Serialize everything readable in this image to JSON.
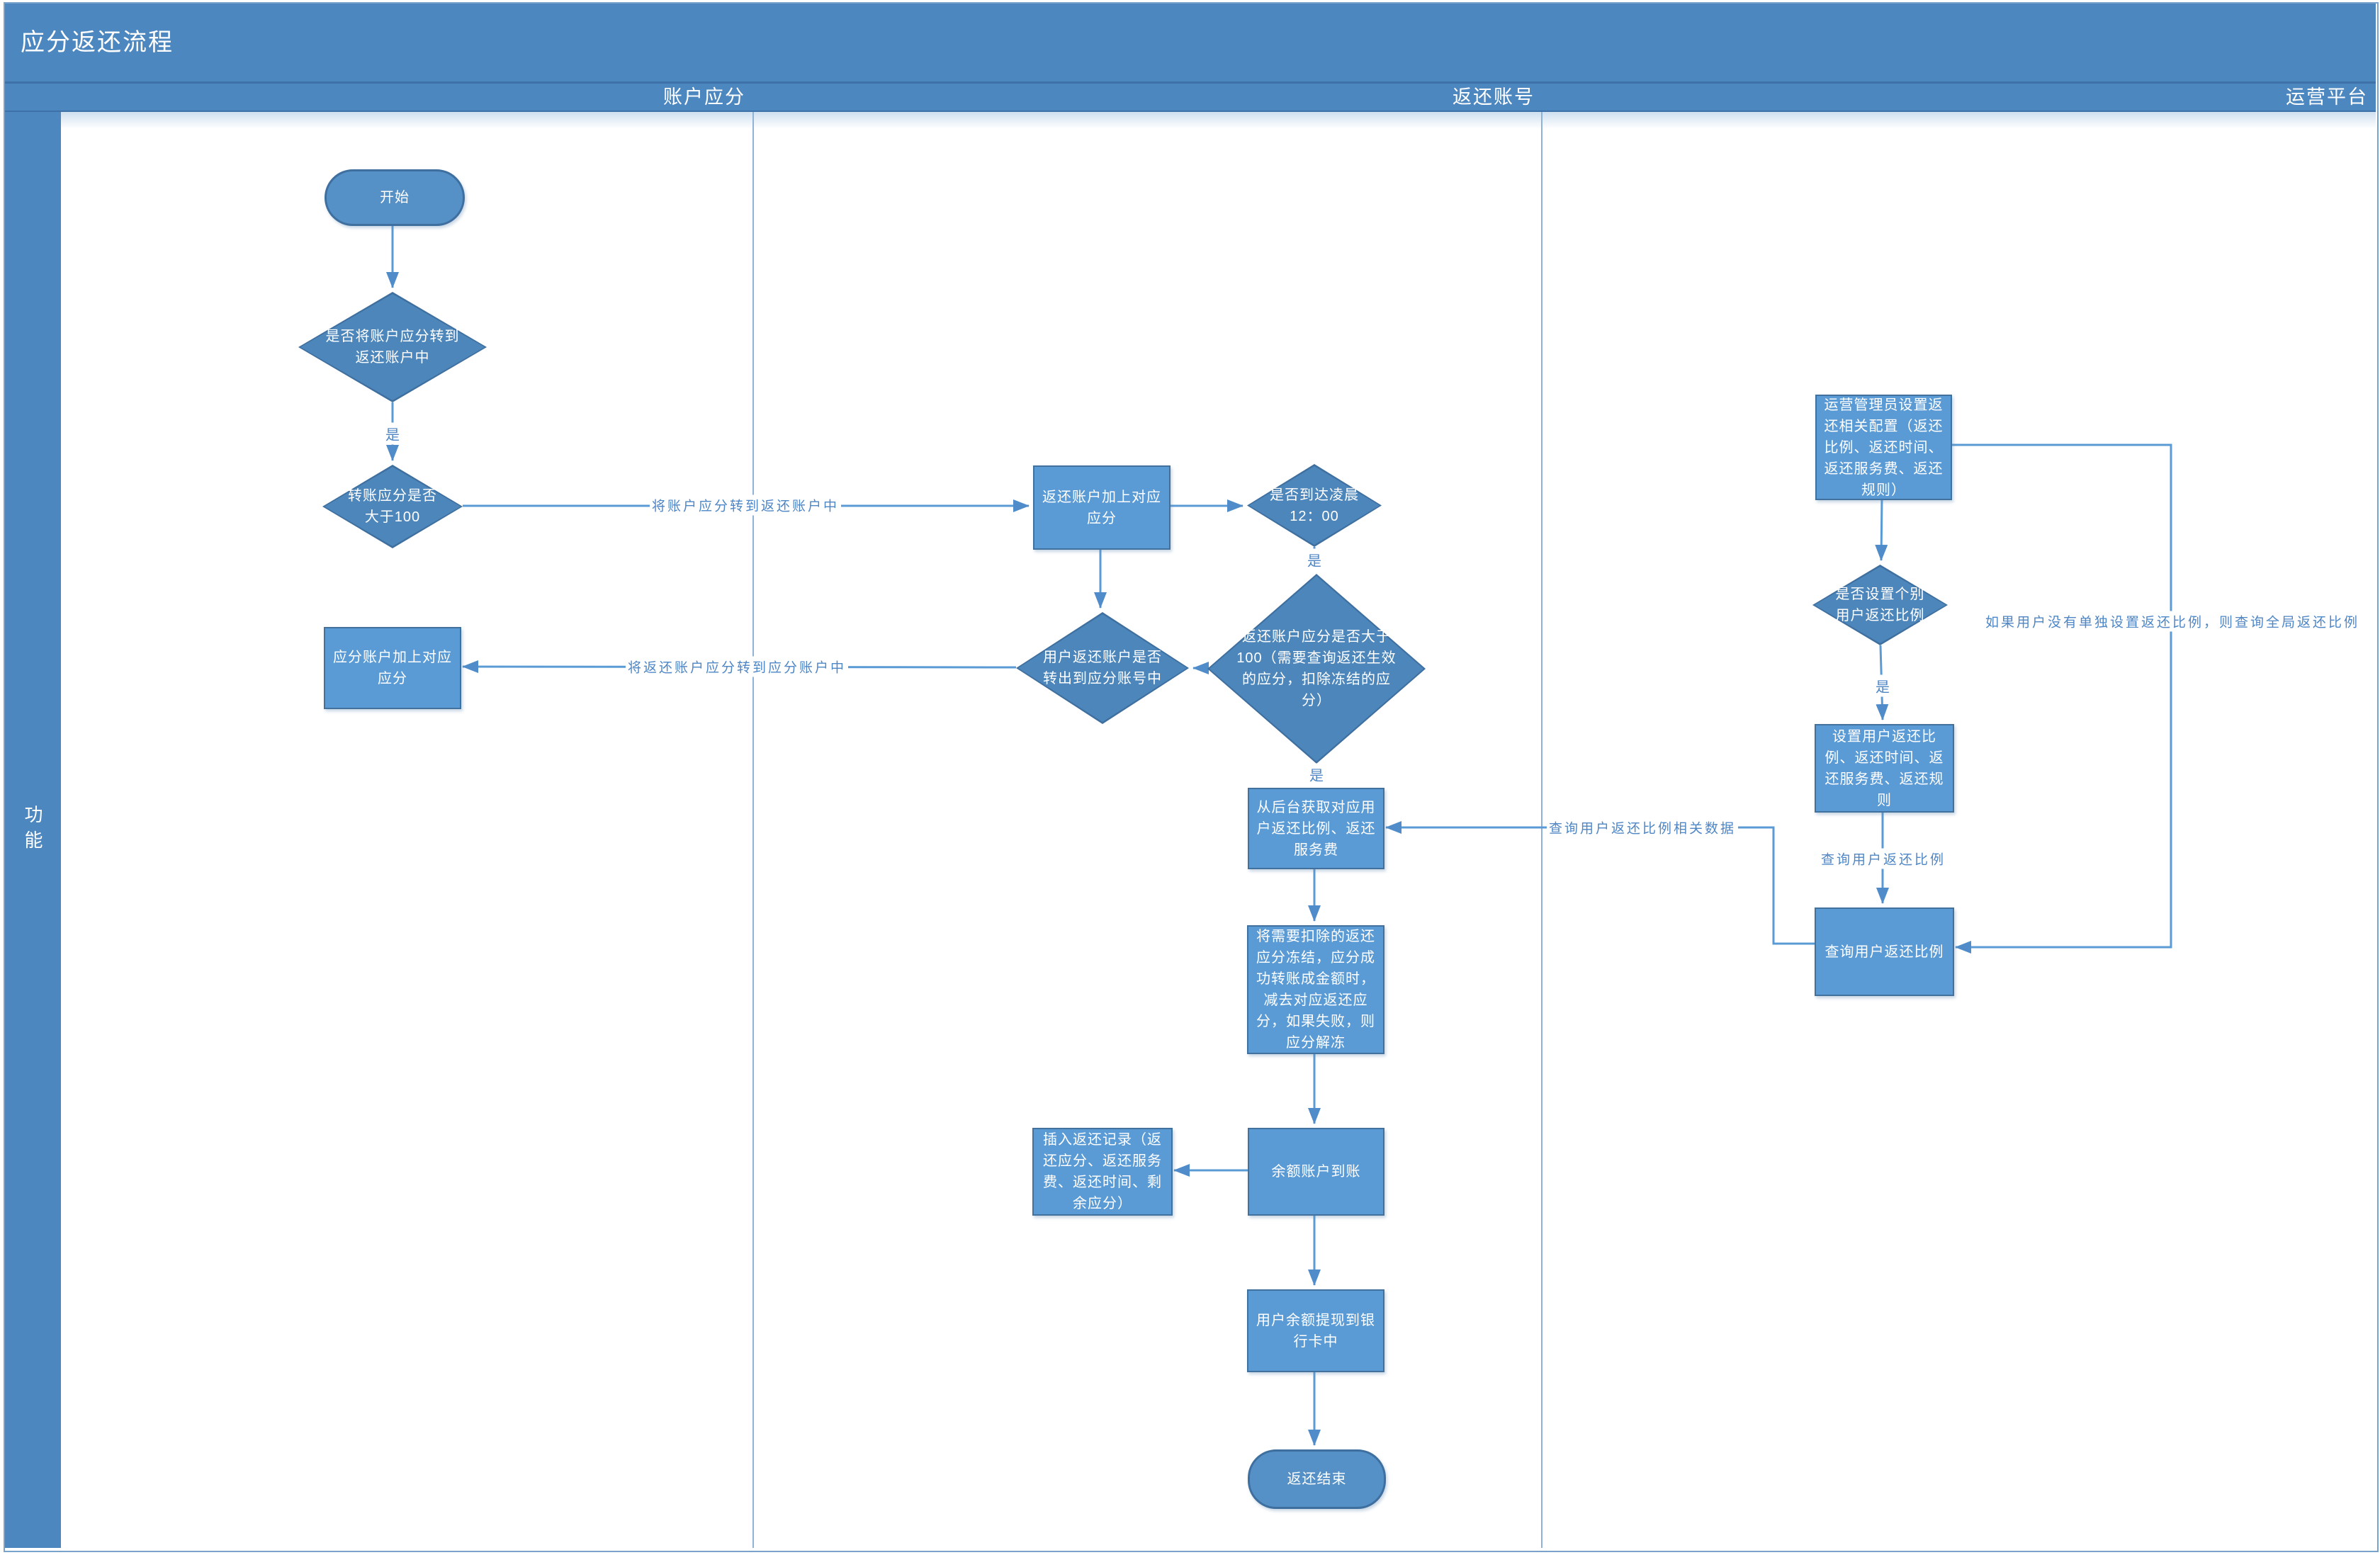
{
  "title": "应分返还流程",
  "sidebar_label": "功能",
  "lane_headers": {
    "lane1": "账户应分",
    "lane2": "返还账号",
    "lane3": "运营平台"
  },
  "colors": {
    "bar_blue": "#4d87c0",
    "rect_fill": "#5b9bd5",
    "diamond_fill": "#4d86bb",
    "line_blue": "#5b9bd5",
    "edge_label_text": "#4e86c6"
  },
  "nodes": {
    "start": "开始",
    "d_transfer_decision": "是否将账户应分转到\n返还账户中",
    "d_amount_gt100": "转账应分是否\n大于100",
    "r_return_account_add": "返还账户加上对应\n应分",
    "d_midnight": "是否到达凌晨\n12：00",
    "d_return_gt100": "返还账户应分是否大于\n100（需要查询返还生效\n的应分，扣除冻结的应\n分）",
    "d_transfer_out": "用户返还账户是否\n转出到应分账号中",
    "r_share_account_add": "应分账户加上对应\n应分",
    "r_fetch_ratio": "从后台获取对应用\n户返还比例、返还\n服务费",
    "r_freeze": "将需要扣除的返还\n应分冻结，应分成\n功转账成金额时，\n减去对应返还应\n分，如果失败，则\n应分解冻",
    "r_insert_record": "插入返还记录（返\n还应分、返还服务\n费、返还时间、剩\n余应分）",
    "r_balance_arrive": "余额账户到账",
    "r_withdraw": "用户余额提现到银\n行卡中",
    "end": "返还结束",
    "r_admin_config": "运营管理员设置返\n还相关配置（返还\n比例、返还时间、\n返还服务费、返还\n规则）",
    "d_individual_ratio": "是否设置个别\n用户返还比例",
    "r_set_user_ratio": "设置用户返还比\n例、返还时间、返\n还服务费、返还规\n则",
    "r_query_user_ratio": "查询用户返还比例"
  },
  "edge_labels": {
    "yes_1": "是",
    "yes_2": "是",
    "yes_3": "是",
    "yes_4": "是",
    "transfer_to_return": "将账户应分转到返还账户中",
    "transfer_to_share": "将返还账户应分转到应分账户中",
    "query_ratio_data": "查询用户返还比例相关数据",
    "query_user_ratio": "查询用户返还比例",
    "global_ratio_note": "如果用户没有单独设置返还比例，则查询全局返还比例"
  }
}
